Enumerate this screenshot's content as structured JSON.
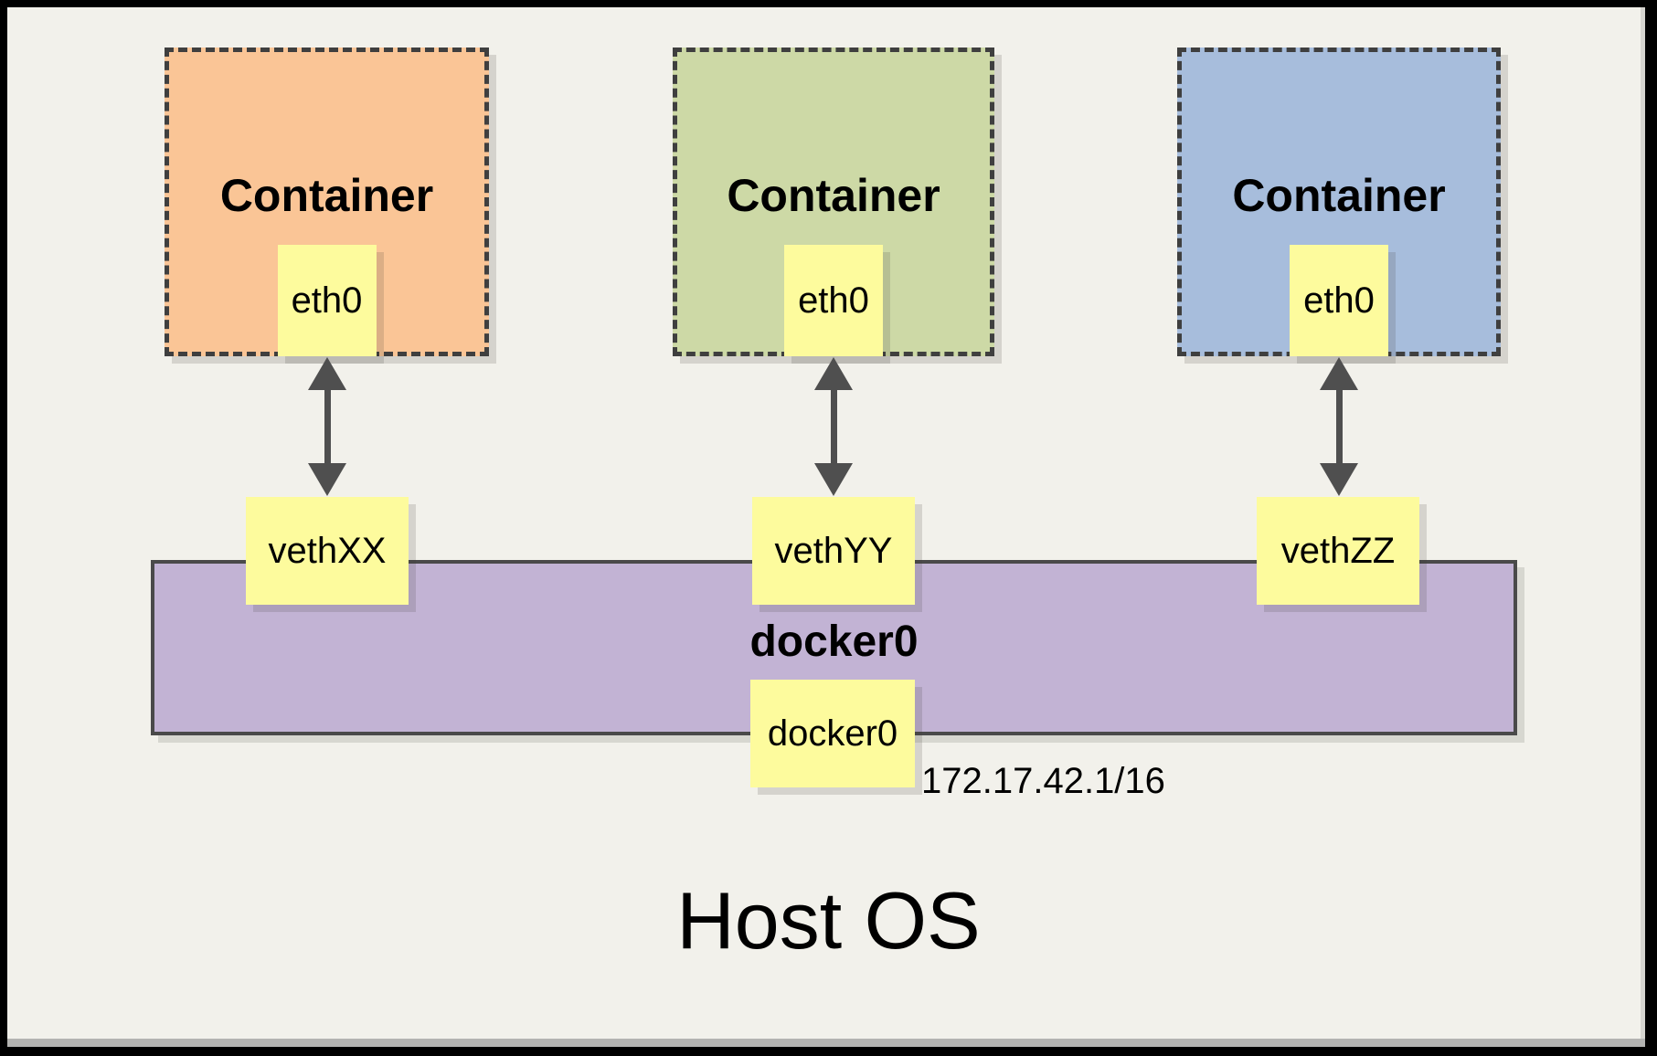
{
  "diagram": {
    "host": {
      "label": "Host OS"
    },
    "bridge": {
      "label": "docker0",
      "interface_label": "docker0",
      "ip": "172.17.42.1/16",
      "fill": "#C2B3D4"
    },
    "containers": [
      {
        "label": "Container",
        "eth_label": "eth0",
        "veth_label": "vethXX",
        "fill": "#FAC596"
      },
      {
        "label": "Container",
        "eth_label": "eth0",
        "veth_label": "vethYY",
        "fill": "#CDD9A6"
      },
      {
        "label": "Container",
        "eth_label": "eth0",
        "veth_label": "vethZZ",
        "fill": "#A7BDDC"
      }
    ],
    "colors": {
      "background": "#F2F1EB",
      "note_fill": "#FDFB9D",
      "dashed_border": "#3F3F3F",
      "arrow": "#4F4F4F",
      "frame": "#000000"
    }
  }
}
